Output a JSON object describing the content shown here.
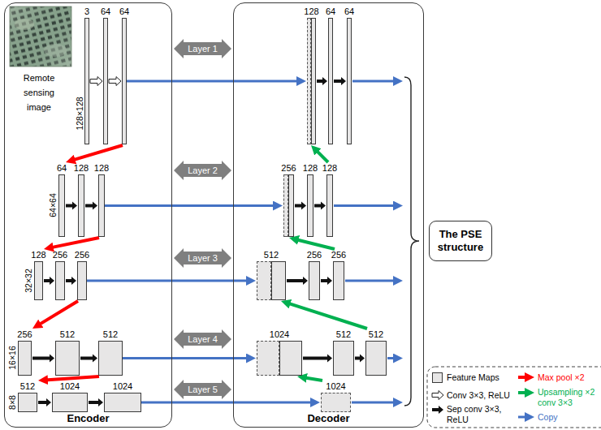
{
  "diagram": {
    "nodes": [
      {
        "text": [
          "Encoder"
        ]
      },
      {
        "text": [
          "3"
        ],
        "in": 0
      },
      {
        "text": [
          "64"
        ],
        "in": 0
      },
      {
        "text": [
          "64"
        ],
        "in": 0
      },
      {
        "text": [
          "64"
        ],
        "in": 0
      },
      {
        "text": [
          "128"
        ],
        "in": 0
      },
      {
        "text": [
          "128"
        ],
        "in": 0
      },
      {
        "text": [
          "128"
        ],
        "in": 0
      },
      {
        "text": [
          "256"
        ],
        "in": 0
      },
      {
        "text": [
          "256"
        ],
        "in": 0
      },
      {
        "text": [
          "256"
        ],
        "in": 0
      },
      {
        "text": [
          "512"
        ],
        "in": 0
      },
      {
        "text": [
          "512"
        ],
        "in": 0
      },
      {
        "text": [
          "512"
        ],
        "in": 0
      },
      {
        "text": [
          "1024"
        ],
        "in": 0
      },
      {
        "text": [
          "1024"
        ],
        "in": 0
      },
      {
        "text": [
          "Decoder"
        ]
      },
      {
        "text": [
          "128"
        ],
        "in": 16
      },
      {
        "text": [
          "64"
        ],
        "in": 16
      },
      {
        "text": [
          "64"
        ],
        "in": 16
      },
      {
        "text": [
          "256"
        ],
        "in": 16
      },
      {
        "text": [
          "128"
        ],
        "in": 16
      },
      {
        "text": [
          "128"
        ],
        "in": 16
      },
      {
        "text": [
          "512"
        ],
        "in": 16
      },
      {
        "text": [
          "256"
        ],
        "in": 16
      },
      {
        "text": [
          "256"
        ],
        "in": 16
      },
      {
        "text": [
          "1024"
        ],
        "in": 16
      },
      {
        "text": [
          "512"
        ],
        "in": 16
      },
      {
        "text": [
          "512"
        ],
        "in": 16
      },
      {
        "text": [
          "1024"
        ],
        "in": 16
      },
      {
        "text": [
          "Layer 1"
        ]
      },
      {
        "text": [
          "Layer 2"
        ]
      },
      {
        "text": [
          "Layer 3"
        ]
      },
      {
        "text": [
          "Layer 4"
        ]
      },
      {
        "text": [
          "Layer 5"
        ]
      },
      {
        "text": [
          "The PSE structure"
        ]
      }
    ],
    "edges": [
      {
        "from": 1,
        "to": 2,
        "arrow": "to"
      },
      {
        "from": 2,
        "to": 3,
        "arrow": "to"
      },
      {
        "from": 3,
        "to": 4,
        "arrow": "to"
      },
      {
        "from": 4,
        "to": 5,
        "arrow": "to"
      },
      {
        "from": 5,
        "to": 6,
        "arrow": "to"
      },
      {
        "from": 6,
        "to": 7,
        "arrow": "to"
      },
      {
        "from": 7,
        "to": 8,
        "arrow": "to"
      },
      {
        "from": 8,
        "to": 9,
        "arrow": "to"
      },
      {
        "from": 9,
        "to": 10,
        "arrow": "to"
      },
      {
        "from": 10,
        "to": 11,
        "arrow": "to"
      },
      {
        "from": 11,
        "to": 12,
        "arrow": "to"
      },
      {
        "from": 12,
        "to": 13,
        "arrow": "to"
      },
      {
        "from": 13,
        "to": 14,
        "arrow": "to"
      },
      {
        "from": 14,
        "to": 15,
        "arrow": "to"
      },
      {
        "from": 3,
        "to": 17,
        "arrow": "to"
      },
      {
        "from": 6,
        "to": 20,
        "arrow": "to"
      },
      {
        "from": 9,
        "to": 23,
        "arrow": "to"
      },
      {
        "from": 12,
        "to": 26,
        "arrow": "to"
      },
      {
        "from": 15,
        "to": 29,
        "arrow": "to"
      },
      {
        "from": 17,
        "to": 18,
        "arrow": "to"
      },
      {
        "from": 18,
        "to": 19,
        "arrow": "to"
      },
      {
        "from": 20,
        "to": 21,
        "arrow": "to"
      },
      {
        "from": 21,
        "to": 22,
        "arrow": "to"
      },
      {
        "from": 23,
        "to": 24,
        "arrow": "to"
      },
      {
        "from": 24,
        "to": 25,
        "arrow": "to"
      },
      {
        "from": 26,
        "to": 27,
        "arrow": "to"
      },
      {
        "from": 27,
        "to": 28,
        "arrow": "to"
      },
      {
        "from": 29,
        "to": 26,
        "arrow": "to"
      },
      {
        "from": 28,
        "to": 23,
        "arrow": "to"
      },
      {
        "from": 25,
        "to": 20,
        "arrow": "to"
      },
      {
        "from": 22,
        "to": 17,
        "arrow": "to"
      }
    ],
    "labels": [
      "Remote sensing image",
      "128×128",
      "64×64",
      "32×32",
      "16×16",
      "8×8"
    ],
    "legend": [
      {
        "text": "Feature Maps",
        "color": "#e7e6e6"
      },
      {
        "text": "Conv 3×3, ReLU"
      },
      {
        "text": "Sep conv 3×3, ReLU"
      },
      {
        "text": "Max pool ×2"
      },
      {
        "text": "Upsampling ×2 conv 3×3"
      },
      {
        "text": "Copy"
      }
    ]
  }
}
